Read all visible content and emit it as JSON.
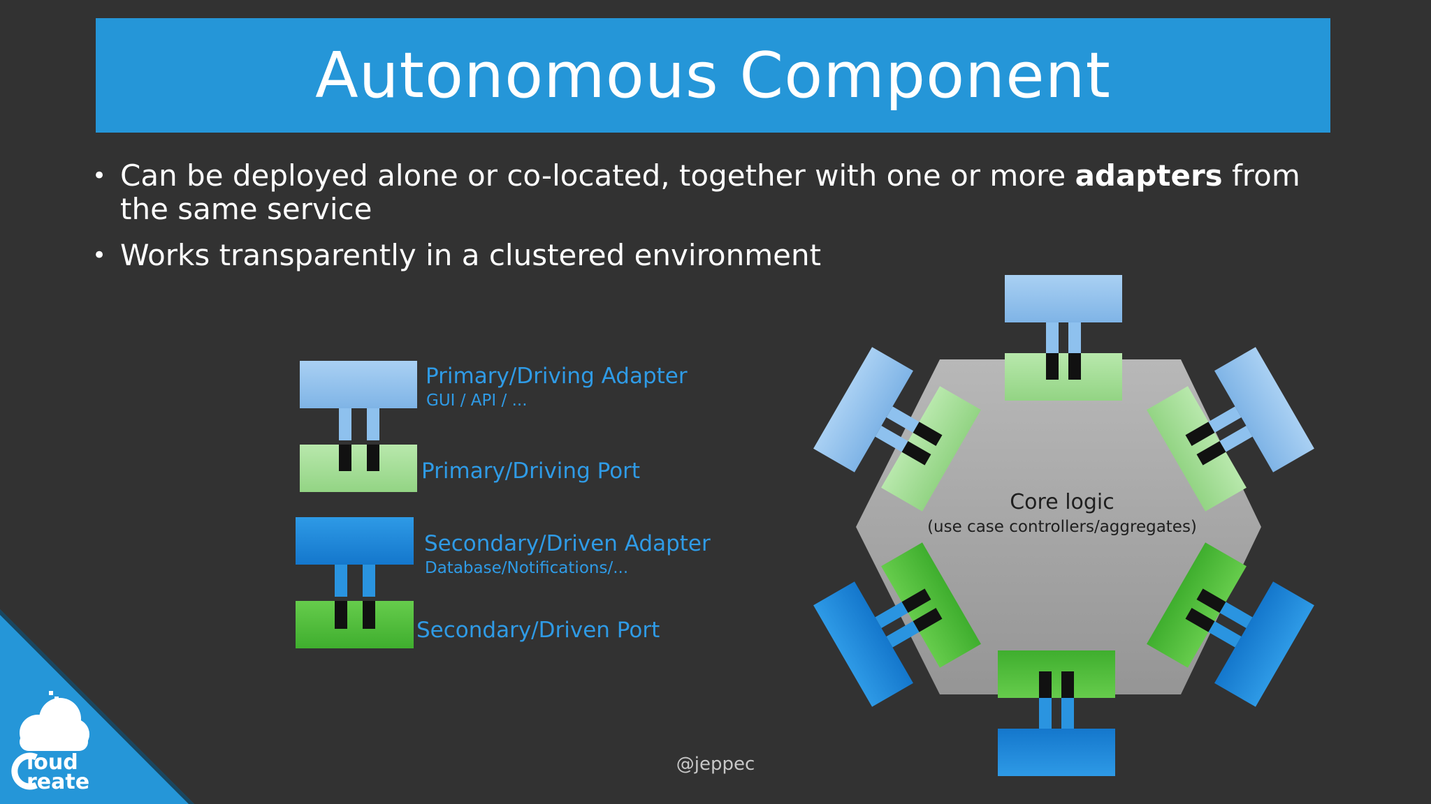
{
  "slide": {
    "title": "Autonomous Component",
    "bullets": [
      {
        "prefix": "Can be deployed alone or co-located, together with one or more ",
        "bold": "adapters",
        "suffix": " from the same service"
      },
      {
        "prefix": "Works transparently in a clustered environment",
        "bold": "",
        "suffix": ""
      }
    ],
    "bullet_glyph": "•",
    "handle": "@jeppec"
  },
  "legend": {
    "primary_adapter": {
      "label": "Primary/Driving Adapter",
      "sub": "GUI / API / ..."
    },
    "primary_port": {
      "label": "Primary/Driving Port"
    },
    "secondary_adapter": {
      "label": "Secondary/Driven Adapter",
      "sub": "Database/Notifications/..."
    },
    "secondary_port": {
      "label": "Secondary/Driven Port"
    }
  },
  "core": {
    "title": "Core logic",
    "subtitle": "(use case controllers/aggregates)"
  },
  "logo": {
    "line1": "loud",
    "line2": "reate",
    "icon": "cloud-icon"
  },
  "colors": {
    "background": "#323232",
    "title_bar": "#2596d8",
    "primary_adapter": "#8ec1ee",
    "secondary_adapter": "#1e8fe0",
    "primary_port": "#a8e29a",
    "secondary_port": "#55c23c",
    "hexagon": "#a8a8a8",
    "label_blue": "#2f9be6"
  }
}
